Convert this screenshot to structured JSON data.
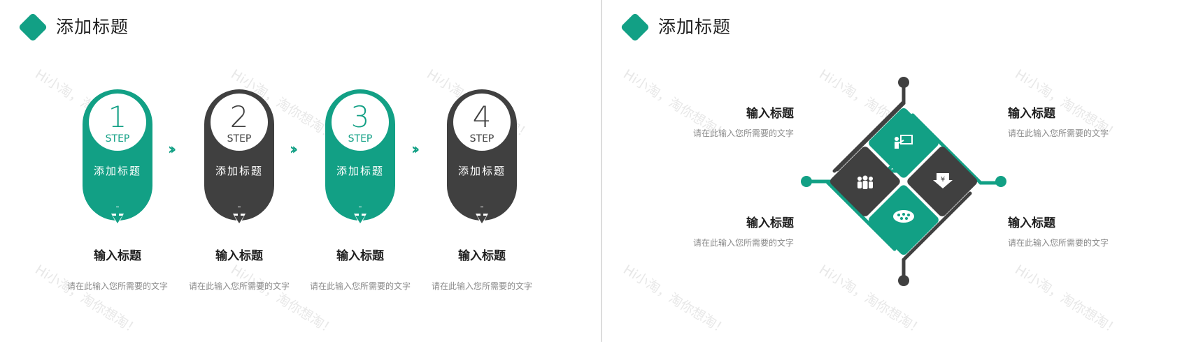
{
  "slides": [
    {
      "title": "添加标题",
      "steps": [
        {
          "number": "1",
          "step_word": "STEP",
          "label": "添加标题",
          "heading": "输入标题",
          "desc": "请在此输入您所需要的文字",
          "color": "#12a085"
        },
        {
          "number": "2",
          "step_word": "STEP",
          "label": "添加标题",
          "heading": "输入标题",
          "desc": "请在此输入您所需要的文字",
          "color": "#404040"
        },
        {
          "number": "3",
          "step_word": "STEP",
          "label": "添加标题",
          "heading": "输入标题",
          "desc": "请在此输入您所需要的文字",
          "color": "#12a085"
        },
        {
          "number": "4",
          "step_word": "STEP",
          "label": "添加标题",
          "heading": "输入标题",
          "desc": "请在此输入您所需要的文字",
          "color": "#404040"
        }
      ],
      "arrow_icon": "double-chevron-right-icon"
    },
    {
      "title": "添加标题",
      "items": [
        {
          "heading": "输入标题",
          "desc": "请在此输入您所需要的文字"
        },
        {
          "heading": "输入标题",
          "desc": "请在此输入您所需要的文字"
        },
        {
          "heading": "输入标题",
          "desc": "请在此输入您所需要的文字"
        },
        {
          "heading": "输入标题",
          "desc": "请在此输入您所需要的文字"
        }
      ],
      "tile_icons": [
        "presenter-board-icon",
        "team-icon",
        "yen-down-arrow-icon",
        "crowd-icon"
      ]
    }
  ],
  "watermark": "Hi小淘，淘你想淘！",
  "colors": {
    "accent": "#12a085",
    "dark": "#404040",
    "text": "#1f1f1f",
    "muted": "#8a8a8a"
  }
}
